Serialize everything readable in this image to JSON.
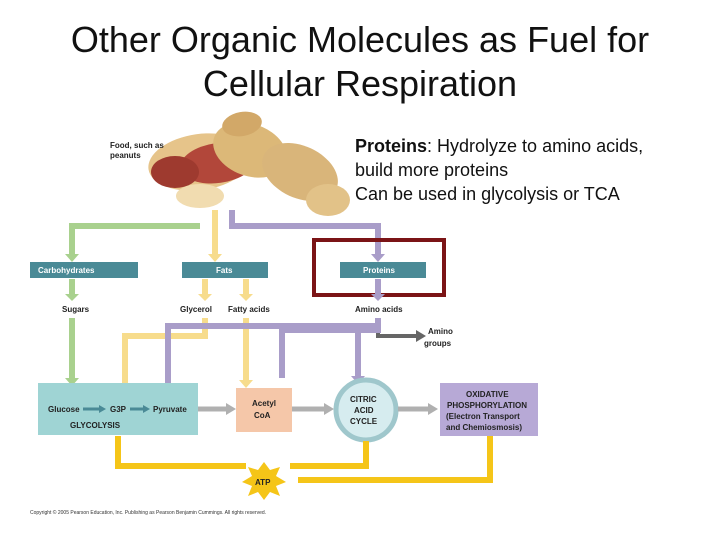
{
  "slide": {
    "title_line1": "Other Organic Molecules as Fuel for",
    "title_line2": "Cellular Respiration"
  },
  "bullets": {
    "proteins_label": "Proteins",
    "proteins_text": ": Hydrolyze to amino acids,",
    "line2": "build more proteins",
    "line3": "Can be used in glycolysis or TCA"
  },
  "diagram": {
    "food_label_line1": "Food, such as",
    "food_label_line2": "peanuts",
    "carbohydrates": "Carbohydrates",
    "fats": "Fats",
    "proteins": "Proteins",
    "sugars": "Sugars",
    "glycerol": "Glycerol",
    "fatty_acids": "Fatty acids",
    "amino_acids": "Amino acids",
    "amino_groups_line1": "Amino",
    "amino_groups_line2": "groups",
    "glucose": "Glucose",
    "g3p": "G3P",
    "pyruvate": "Pyruvate",
    "glycolysis": "GLYCOLYSIS",
    "acetyl_line1": "Acetyl",
    "acetyl_line2": "CoA",
    "citric_line1": "CITRIC",
    "citric_line2": "ACID",
    "citric_line3": "CYCLE",
    "oxphos_line1": "OXIDATIVE",
    "oxphos_line2": "PHOSPHORYLATION",
    "oxphos_line3": "(Electron Transport",
    "oxphos_line4": "and Chemiosmosis)",
    "atp": "ATP",
    "copyright": "Copyright © 2005 Pearson Education, Inc. Publishing as Pearson Benjamin Cummings. All rights reserved."
  },
  "colors": {
    "carb_arrow": "#a9d18e",
    "fat_arrow": "#f7dc8c",
    "protein_arrow": "#a99dc9",
    "atp_arrow": "#f5c518",
    "category_box": "#4a8a96",
    "glycolysis_box": "#9fd4d4",
    "acetyl_box": "#f5c7a9",
    "oxphos_box": "#b7a9d6",
    "highlight_box": "#7b1416"
  }
}
